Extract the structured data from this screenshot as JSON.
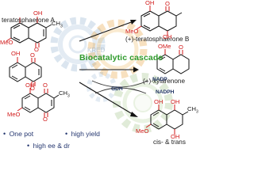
{
  "title": "Biocatalytic cascade",
  "compounds": {
    "start": "teratosphaerone A",
    "product_b": "(+)-teratosphaerone B",
    "product_x": "(+)-xylarenone",
    "product_diol": "cis- & trans"
  },
  "cofactors": {
    "nadph_left": "NADPH",
    "nadp_right": "NADP",
    "gdh": "GDH",
    "faded_label": "KRED"
  },
  "features": {
    "one_pot": "One pot",
    "yield": "high yield",
    "selectivity": "high ee & dr"
  },
  "atoms": {
    "oh": "OH",
    "o": "O",
    "meo": "MeO",
    "ome": "OMe",
    "ch3": "CH",
    "ch3_sub": "3"
  },
  "colors": {
    "title_green": "#2f9a2c",
    "feature_blue": "#24366f",
    "oxygen_red": "#d11a1a",
    "gear_blue": "#8fb0d0",
    "gear_orange": "#e7a13c",
    "gear_green": "#a7c98f",
    "arrow": "#111111"
  }
}
